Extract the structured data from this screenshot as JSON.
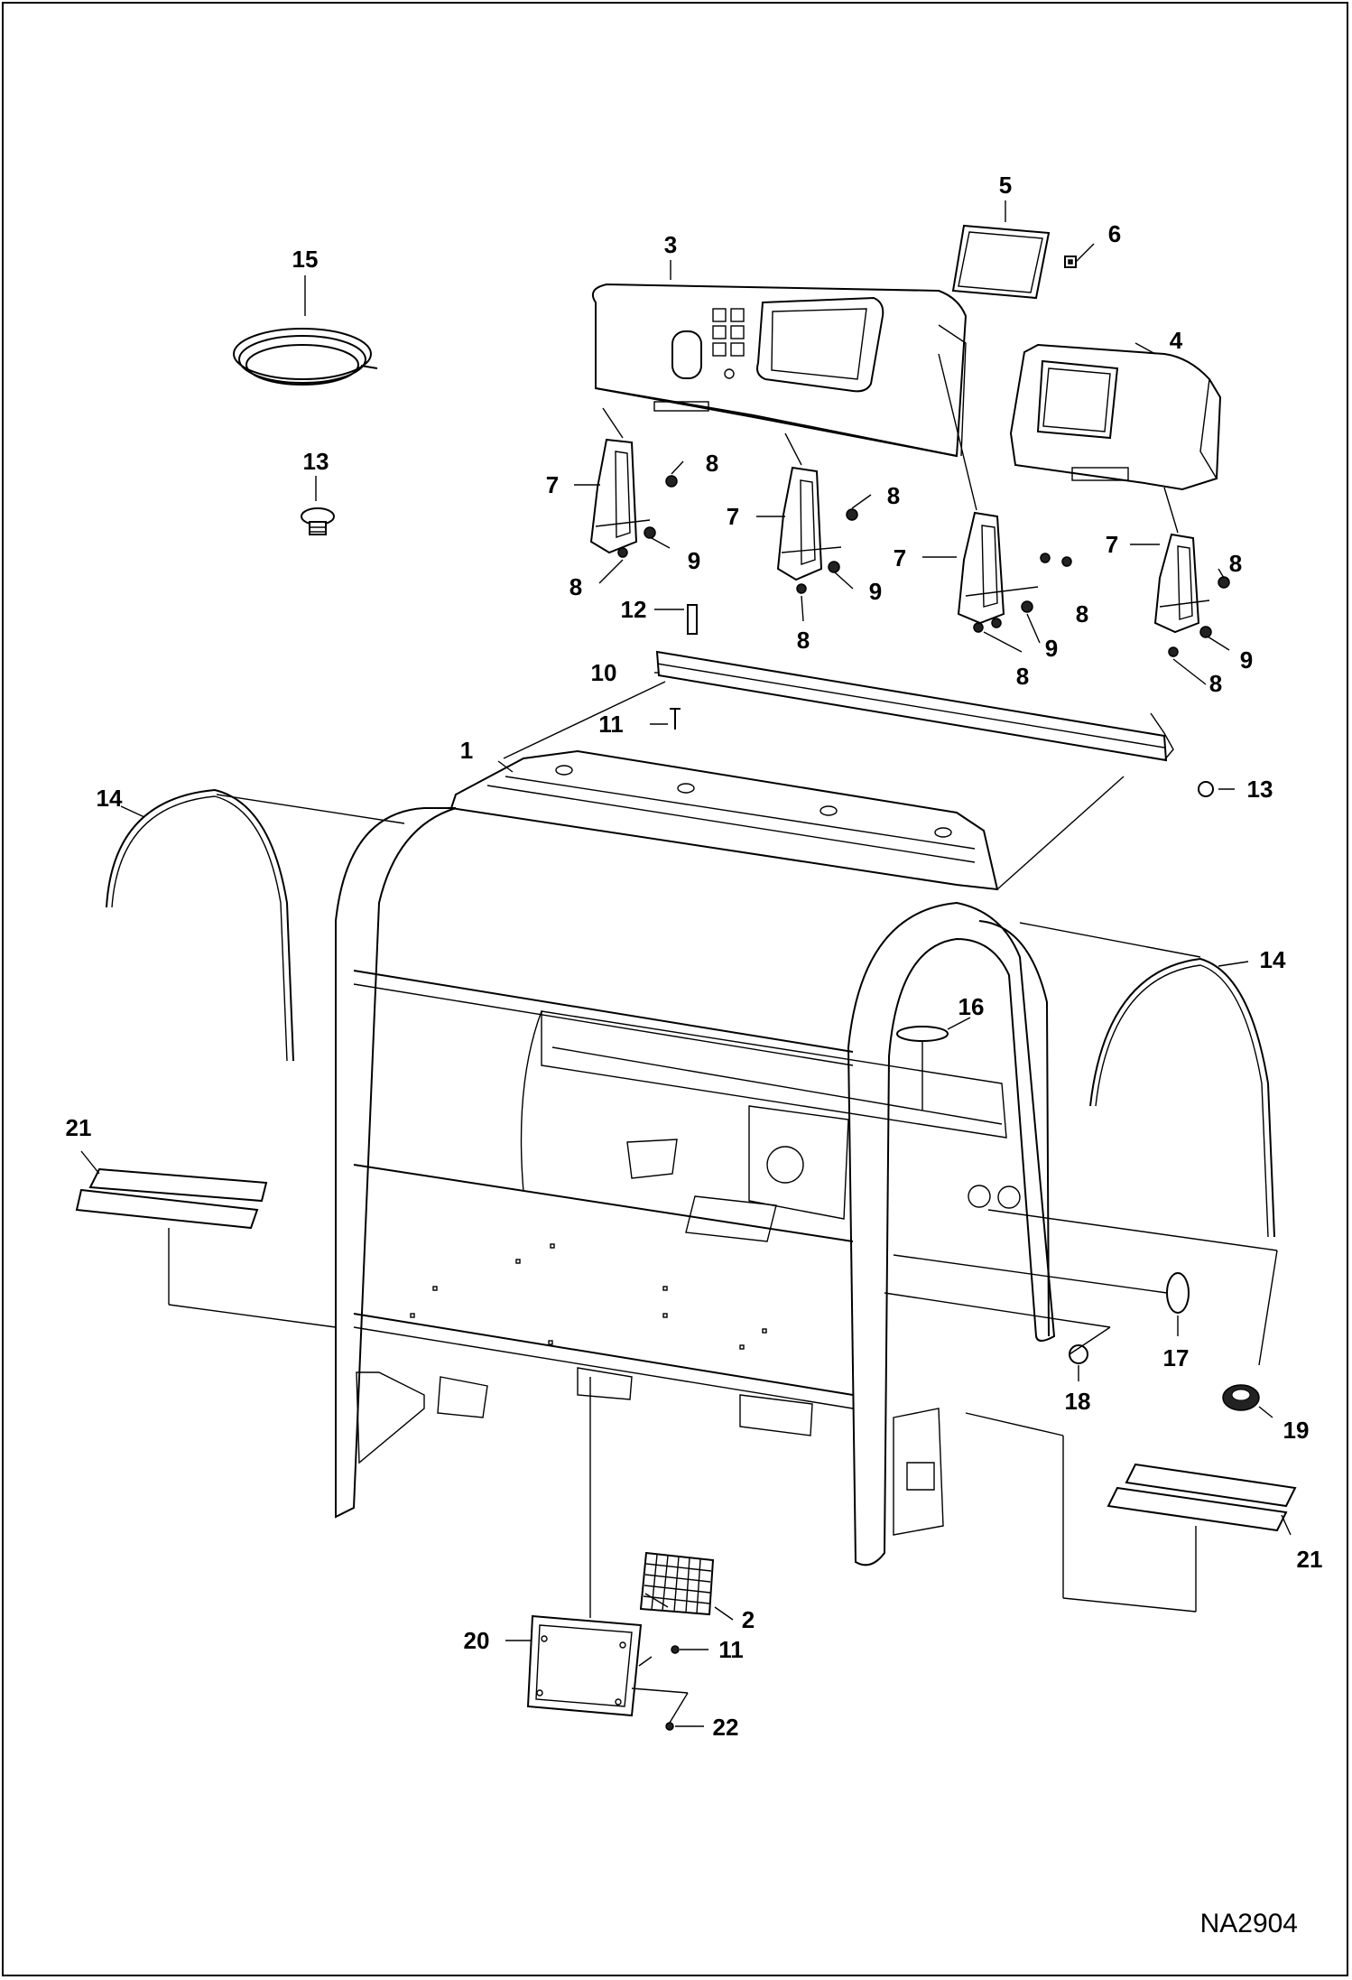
{
  "drawing": {
    "id": "NA2904"
  },
  "callouts": [
    {
      "key": "c1",
      "text": "1"
    },
    {
      "key": "c2",
      "text": "2"
    },
    {
      "key": "c3",
      "text": "3"
    },
    {
      "key": "c4",
      "text": "4"
    },
    {
      "key": "c5",
      "text": "5"
    },
    {
      "key": "c6",
      "text": "6"
    },
    {
      "key": "c7",
      "text": "7"
    },
    {
      "key": "c8",
      "text": "8"
    },
    {
      "key": "c9",
      "text": "9"
    },
    {
      "key": "c10",
      "text": "10"
    },
    {
      "key": "c11",
      "text": "11"
    },
    {
      "key": "c12",
      "text": "12"
    },
    {
      "key": "c13",
      "text": "13"
    },
    {
      "key": "c14",
      "text": "14"
    },
    {
      "key": "c15",
      "text": "15"
    },
    {
      "key": "c16",
      "text": "16"
    },
    {
      "key": "c17",
      "text": "17"
    },
    {
      "key": "c18",
      "text": "18"
    },
    {
      "key": "c19",
      "text": "19"
    },
    {
      "key": "c20",
      "text": "20"
    },
    {
      "key": "c21",
      "text": "21"
    },
    {
      "key": "c22",
      "text": "22"
    }
  ],
  "labels": {
    "c1": "1",
    "c2": "2",
    "c3": "3",
    "c4": "4",
    "c5": "5",
    "c6": "6",
    "c7": "7",
    "c8": "8",
    "c9": "9",
    "c10": "10",
    "c11": "11",
    "c12": "12",
    "c13": "13",
    "c14": "14",
    "c15": "15",
    "c16": "16",
    "c17": "17",
    "c18": "18",
    "c19": "19",
    "c20": "20",
    "c21": "21",
    "c22": "22"
  },
  "colors": {
    "ink": "#000000",
    "paper": "#ffffff",
    "dark_fill": "#222222"
  }
}
